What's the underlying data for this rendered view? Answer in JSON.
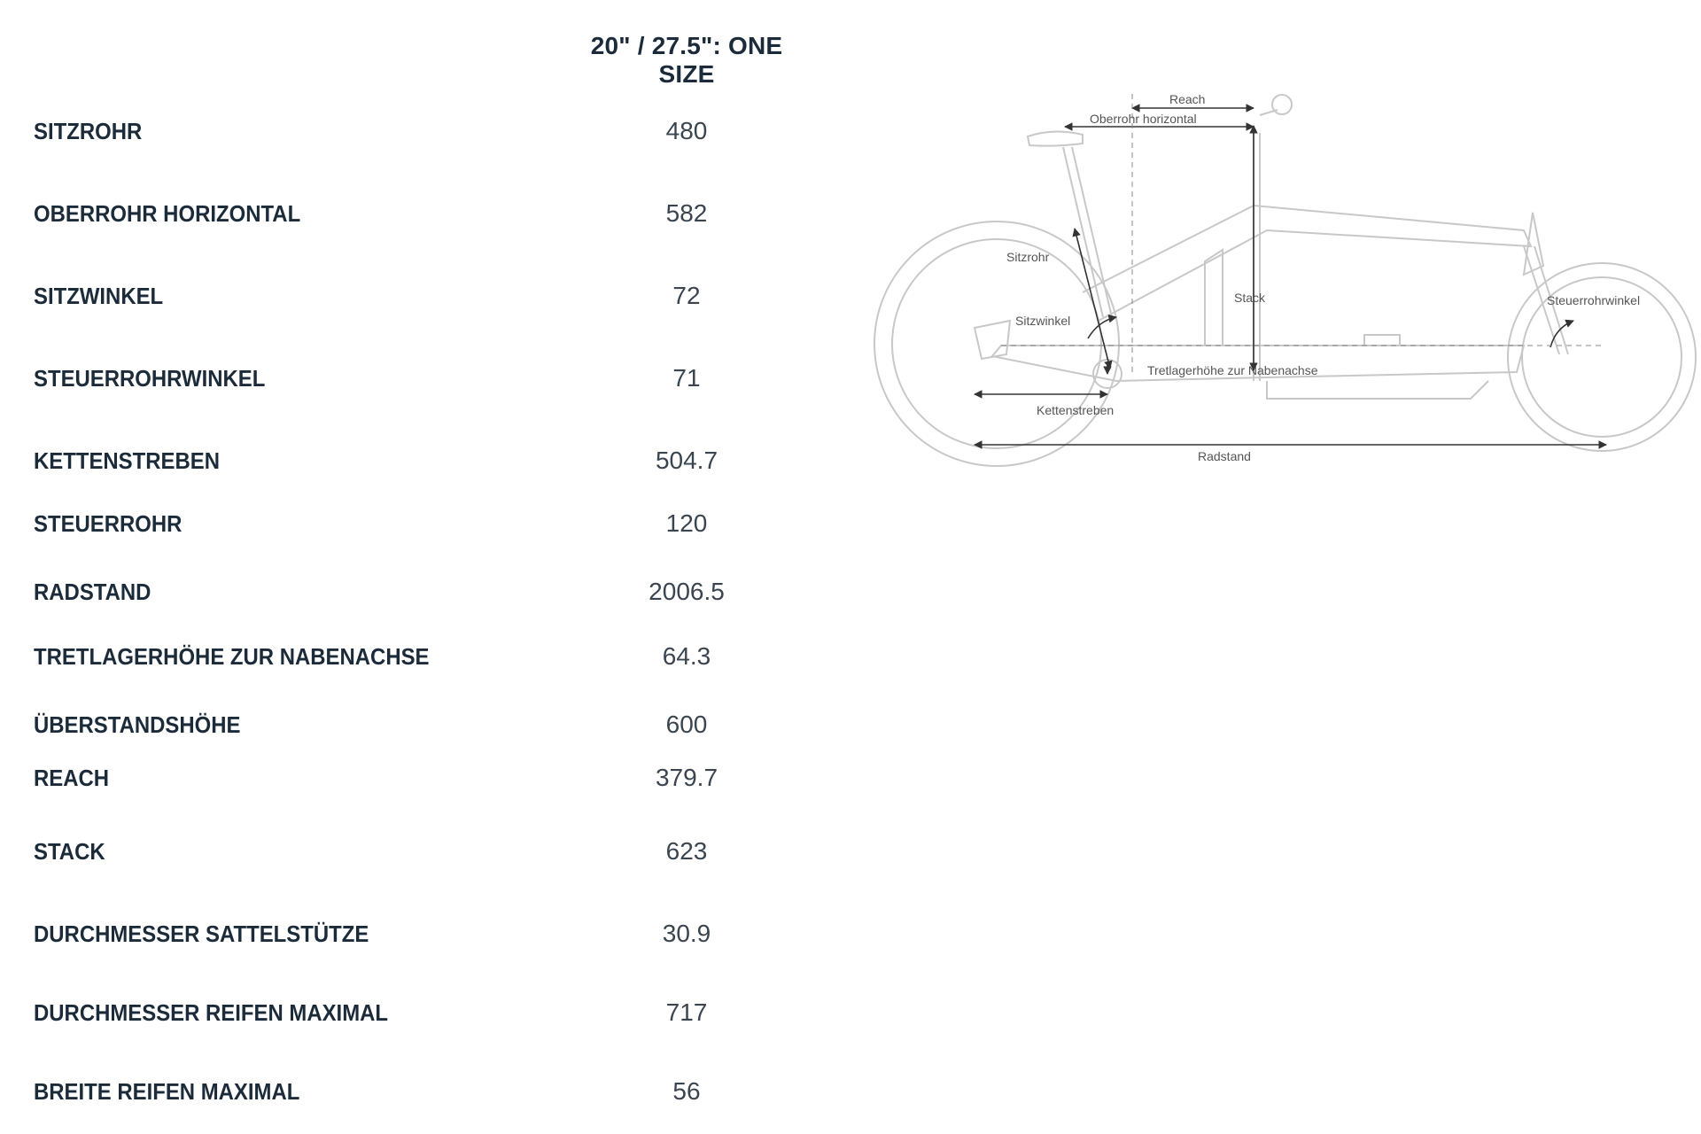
{
  "header": {
    "size_label": "20\" / 27.5\": ONE SIZE"
  },
  "geometry": [
    {
      "label": "SITZROHR",
      "value": "480"
    },
    {
      "label": "OBERROHR HORIZONTAL",
      "value": "582"
    },
    {
      "label": "SITZWINKEL",
      "value": "72"
    },
    {
      "label": "STEUERROHRWINKEL",
      "value": "71"
    },
    {
      "label": "KETTENSTREBEN",
      "value": "504.7"
    },
    {
      "label": "STEUERROHR",
      "value": "120"
    },
    {
      "label": "RADSTAND",
      "value": "2006.5"
    },
    {
      "label": "TRETLAGERHÖHE ZUR NABENACHSE",
      "value": "64.3"
    },
    {
      "label": "ÜBERSTANDSHÖHE",
      "value": "600"
    },
    {
      "label": "REACH",
      "value": "379.7"
    },
    {
      "label": "STACK",
      "value": "623"
    },
    {
      "label": "DURCHMESSER SATTELSTÜTZE",
      "value": "30.9"
    },
    {
      "label": "DURCHMESSER REIFEN MAXIMAL",
      "value": "717"
    },
    {
      "label": "BREITE REIFEN MAXIMAL",
      "value": "56"
    }
  ],
  "diagram": {
    "labels": {
      "reach": "Reach",
      "oberrohr": "Oberrohr horizontal",
      "sitzrohr": "Sitzrohr",
      "stack": "Stack",
      "steuerrohrwinkel": "Steuerrohrwinkel",
      "sitzwinkel": "Sitzwinkel",
      "tretlager": "Tretlagerhöhe zur Nabenachse",
      "kettenstreben": "Kettenstreben",
      "radstand": "Radstand"
    },
    "colors": {
      "frame": "#c8c8c8",
      "measure": "#333333"
    }
  }
}
